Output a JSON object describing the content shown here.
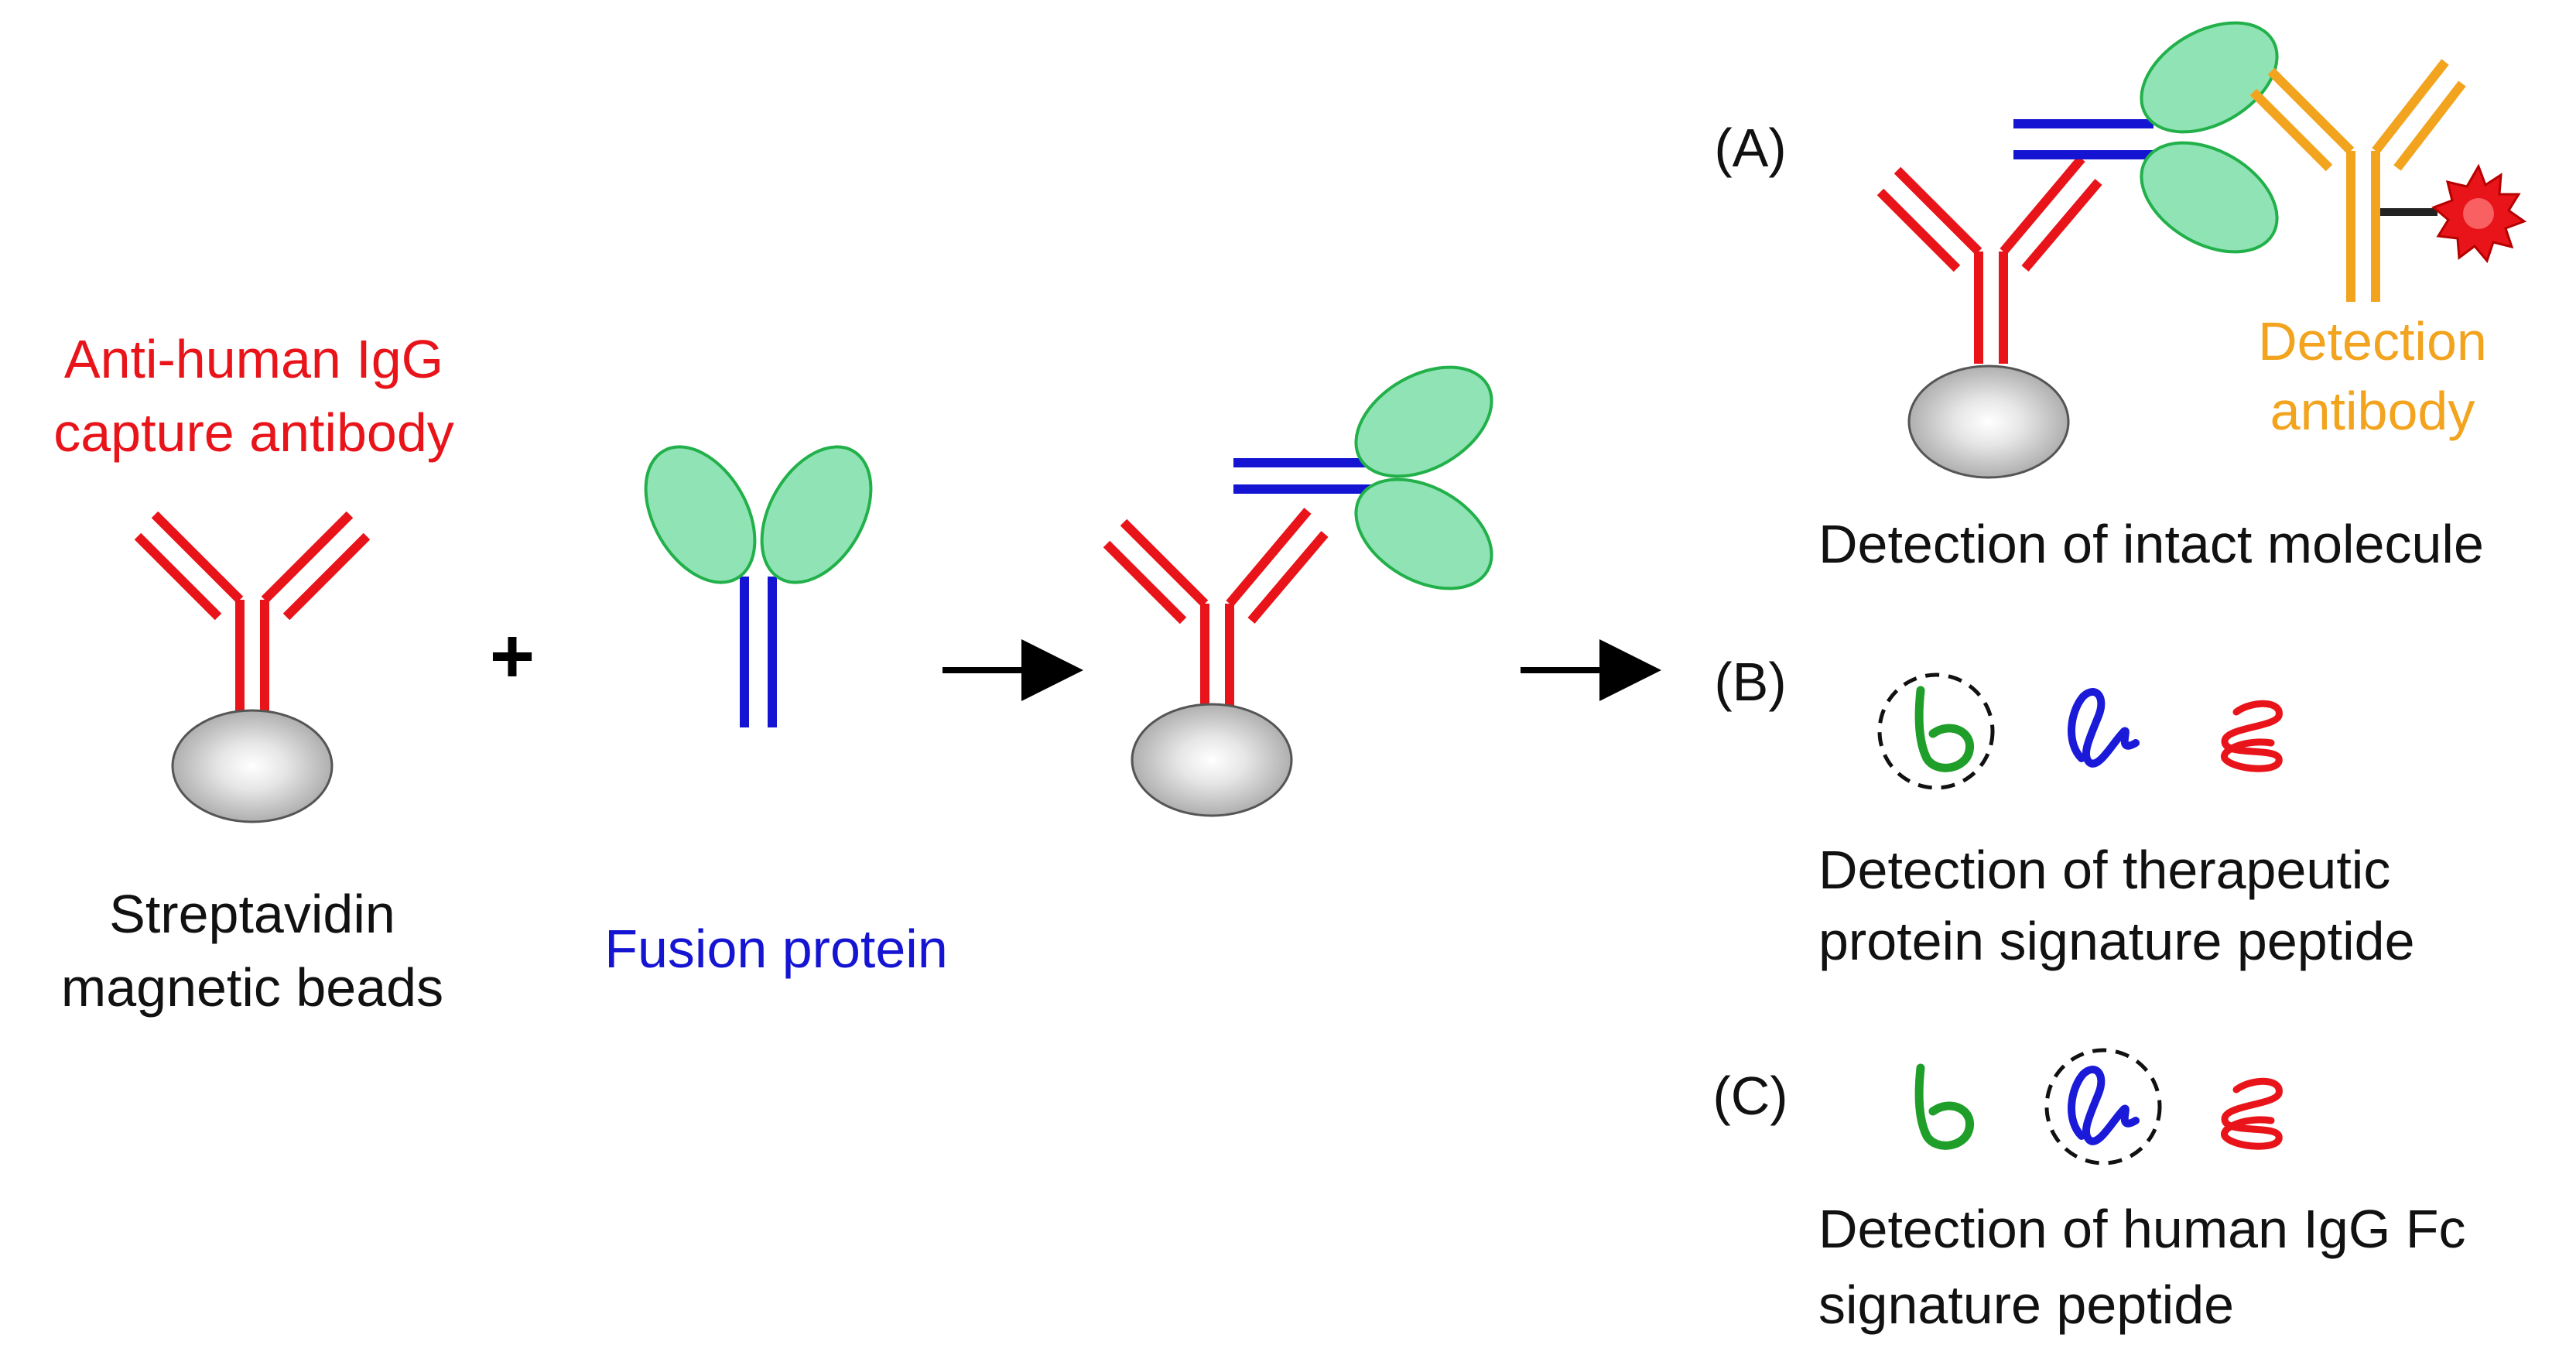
{
  "colors": {
    "capture": "#e8141a",
    "fusion": "#1414d2",
    "detection": "#f2a41f",
    "fusion_domain_fill": "#8fe3b4",
    "fusion_domain_stroke": "#22b04a",
    "bead": "#b5b5b5",
    "peptide_green": "#1f9e2a",
    "peptide_blue": "#1a1ad8",
    "peptide_red": "#e8141a",
    "label_red": "#e8141a",
    "label_blue": "#1414d2",
    "label_orange": "#f2a41f",
    "label_black": "#111111"
  },
  "icons": {
    "bead": "sphere-icon",
    "reporter": "star-burst-icon",
    "arrow": "right-arrow-icon",
    "plus": "plus-icon"
  },
  "labels": {
    "capture_antibody_line1": "Anti-human IgG",
    "capture_antibody_line2": "capture antibody",
    "beads_line1": "Streptavidin",
    "beads_line2": "magnetic beads",
    "fusion_protein": "Fusion protein",
    "plus": "+",
    "detection_antibody_line1": "Detection",
    "detection_antibody_line2": "antibody"
  },
  "panels": [
    {
      "tag": "(A)",
      "caption_line1": "Detection of intact molecule",
      "caption_line2": ""
    },
    {
      "tag": "(B)",
      "caption_line1": "Detection of therapeutic",
      "caption_line2": "protein signature peptide"
    },
    {
      "tag": "(C)",
      "caption_line1": "Detection of human IgG Fc",
      "caption_line2": "signature peptide"
    }
  ]
}
